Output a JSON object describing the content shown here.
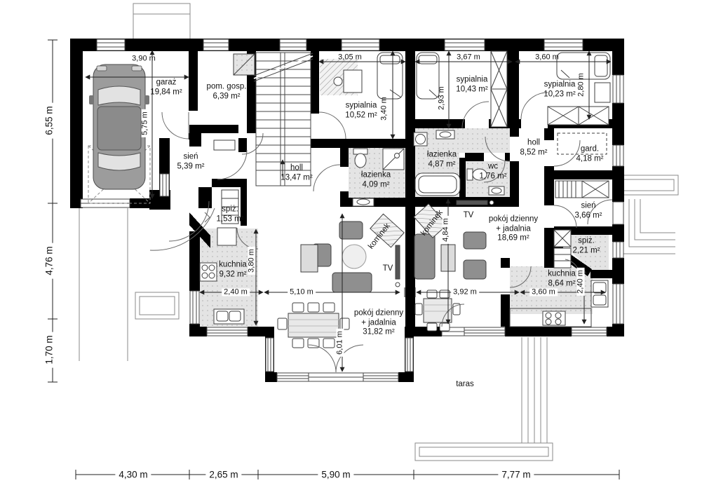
{
  "rooms": {
    "garaz": {
      "name": "garaż",
      "area": "19,84 m²"
    },
    "pom_gosp": {
      "name": "pom. gosp.",
      "area": "6,39 m²"
    },
    "sien_left": {
      "name": "sień",
      "area": "5,39 m²"
    },
    "holl_left": {
      "name": "holl",
      "area": "13,47 m²"
    },
    "sypialnia_left": {
      "name": "sypialnia",
      "area": "10,52 m²"
    },
    "lazienka_left": {
      "name": "łazienka",
      "area": "4,09 m²"
    },
    "spiz_left": {
      "name": "spiż.",
      "area": "1,53 m²"
    },
    "kuchnia_left": {
      "name": "kuchnia",
      "area": "9,32 m²"
    },
    "pokoj_left": {
      "name_line1": "pokój dzienny",
      "name_line2": "+ jadalnia",
      "area": "31,82 m²"
    },
    "sypialnia_mid": {
      "name": "sypialnia",
      "area": "10,43 m²"
    },
    "sypialnia_right": {
      "name": "sypialnia",
      "area": "10,23 m²"
    },
    "lazienka_right": {
      "name": "łazienka",
      "area": "4,87 m²"
    },
    "wc": {
      "name": "wc",
      "area": "1,76 m²"
    },
    "holl_right": {
      "name": "holl",
      "area": "8,52 m²"
    },
    "garderoba": {
      "name": "gard.",
      "area": "4,18 m²"
    },
    "sien_right": {
      "name": "sień",
      "area": "3,66 m²"
    },
    "spiz_right": {
      "name": "spiż.",
      "area": "2,21 m²"
    },
    "kuchnia_right": {
      "name": "kuchnia",
      "area": "8,64 m²"
    },
    "pokoj_right": {
      "name_line1": "pokój dzienny",
      "name_line2": "+ jadalnia",
      "area": "18,69 m²"
    },
    "taras": {
      "name": "taras"
    }
  },
  "annotations": {
    "tv": "TV",
    "kominek": "kominek"
  },
  "dimensions": {
    "left": [
      "6,55 m",
      "4,76 m",
      "1,70 m"
    ],
    "bottom": [
      "4,30 m",
      "2,65 m",
      "5,90 m",
      "7,77 m"
    ],
    "garage_width": "3,90 m",
    "garage_depth": "5,75 m",
    "syp_left_width": "3,05 m",
    "syp_left_depth": "3,40 m",
    "syp_mid_width": "3,67 m",
    "syp_mid_depth": "2,93 m",
    "syp_right_width": "3,60 m",
    "syp_right_depth": "2,80 m",
    "kuchnia_left_width": "2,40 m",
    "kuchnia_left_depth": "3,80 m",
    "pokoj_left_width": "5,10 m",
    "pokoj_left_depth": "6,01 m",
    "pokoj_right_width": "3,92 m",
    "pokoj_right_depth": "4,84 m",
    "kuchnia_right_width": "3,60 m",
    "kuchnia_right_depth": "2,40 m"
  },
  "colors": {
    "wall": "#000000",
    "wet_room_floor": "#e4e4e4",
    "furniture": "#8f8f8f",
    "line": "#3c3c3c"
  }
}
